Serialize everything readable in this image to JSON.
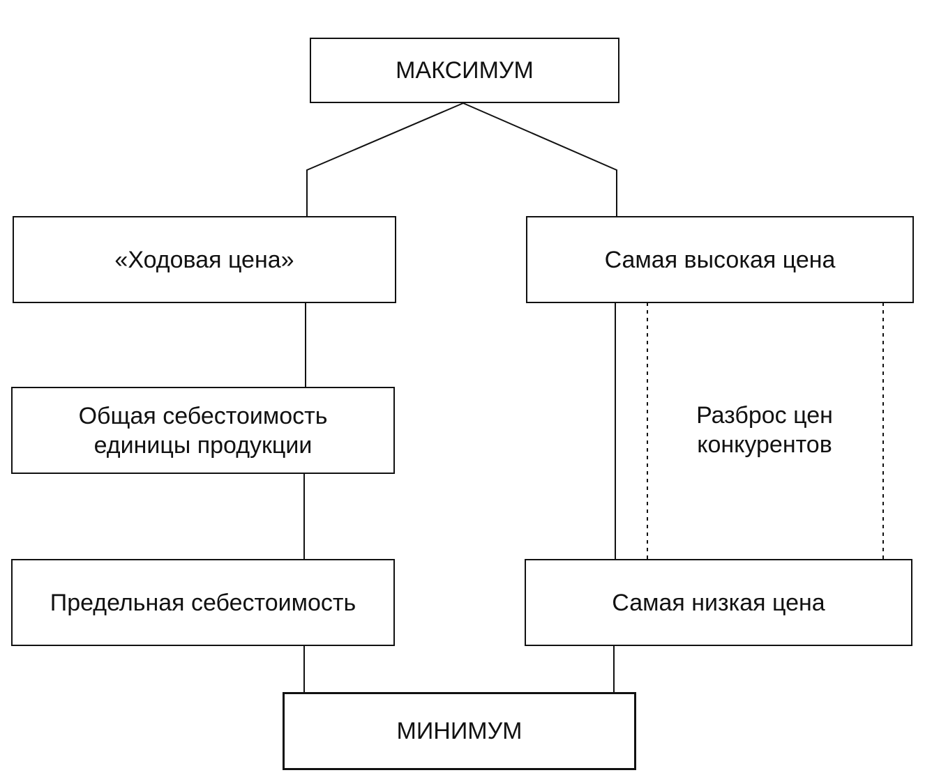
{
  "diagram": {
    "max_box": {
      "text": "МАКСИМУМ"
    },
    "min_box": {
      "text": "МИНИМУМ"
    },
    "left_column": [
      {
        "text": "«Ходовая цена»"
      },
      {
        "text": "Общая себестоимость\nединицы продукции"
      },
      {
        "text": "Предельная себестоимость"
      }
    ],
    "right_column": [
      {
        "text": "Самая высокая цена"
      },
      {
        "text": "Самая низкая цена"
      }
    ],
    "spread_label": {
      "text": "Разброс цен\nконкурентов"
    }
  }
}
